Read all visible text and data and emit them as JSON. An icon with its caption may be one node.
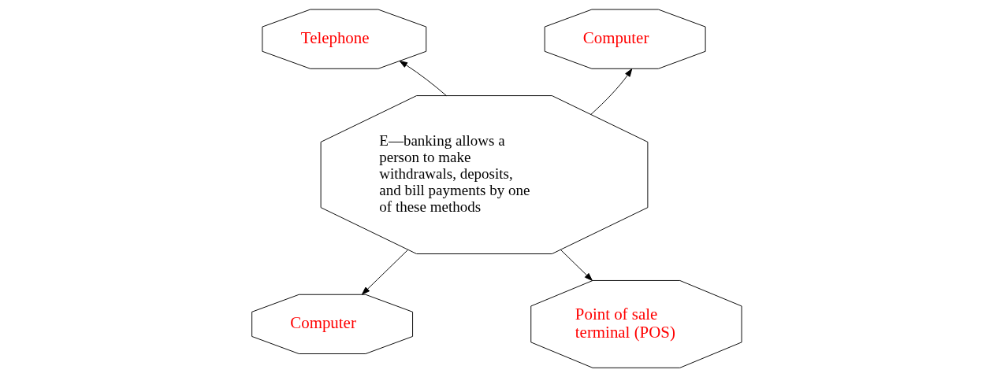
{
  "diagram": {
    "nodes": [
      {
        "text": [
          "Telephone"
        ]
      },
      {
        "text": [
          "Computer"
        ]
      },
      {
        "text": [
          "E—banking allows a person to make withdrawals, deposits, and bill payments by one of these methods"
        ]
      },
      {
        "text": [
          "Computer"
        ]
      },
      {
        "text": [
          "Point of sale terminal (POS)"
        ]
      }
    ],
    "edges": [
      {
        "from": 2,
        "to": 0,
        "arrow": "to"
      },
      {
        "from": 2,
        "to": 1,
        "arrow": "to"
      },
      {
        "from": 2,
        "to": 3,
        "arrow": "to"
      },
      {
        "from": 2,
        "to": 4,
        "arrow": "to"
      }
    ]
  }
}
